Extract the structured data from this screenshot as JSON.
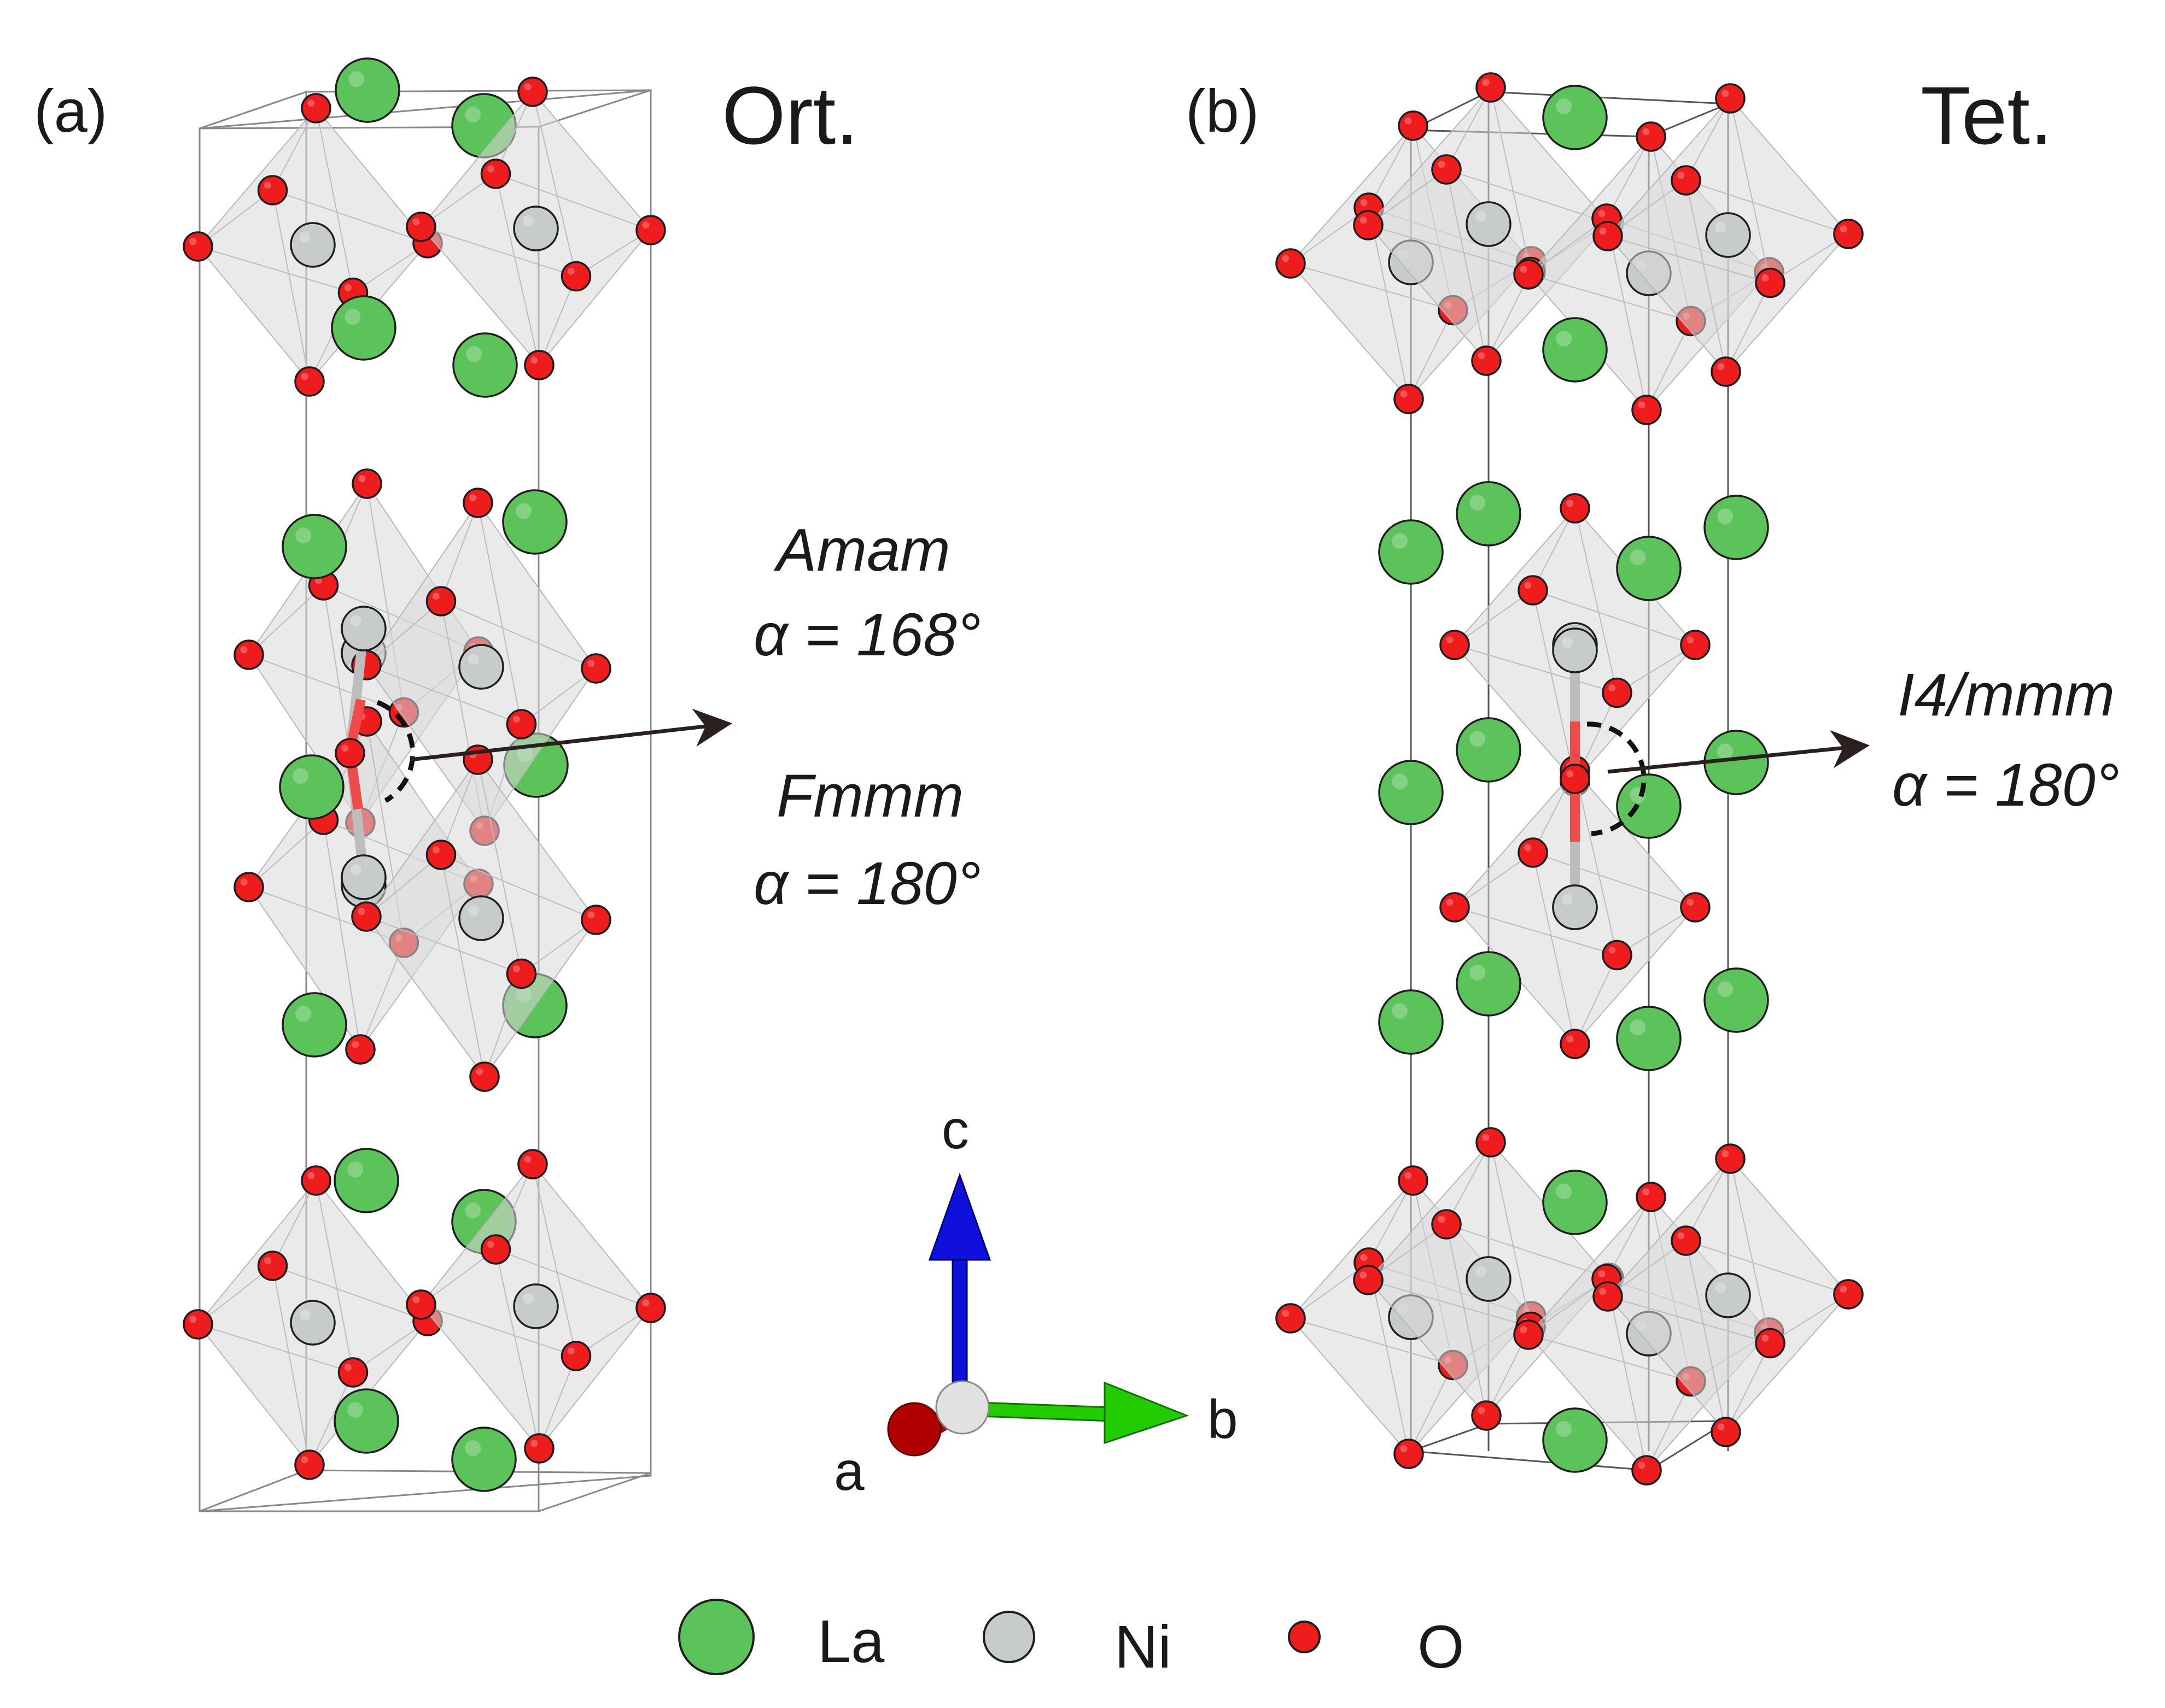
{
  "panels": {
    "a": {
      "label": "(a)",
      "phase": "Ort.",
      "sg1": "Amam",
      "ang1": "α = 168°",
      "sg2": "Fmmm",
      "ang2": "α = 180°"
    },
    "b": {
      "label": "(b)",
      "phase": "Tet.",
      "sg1": "I4/mmm",
      "ang1": "α = 180°"
    }
  },
  "axes": {
    "a": "a",
    "b": "b",
    "c": "c"
  },
  "legend": [
    {
      "label": "La",
      "color": "#5cc25a"
    },
    {
      "label": "Ni",
      "color": "#c8cbcc"
    },
    {
      "label": "O",
      "color": "#ee1c1c"
    }
  ],
  "colors": {
    "La": "#5cc25a",
    "Ni": "#c8cbcc",
    "O": "#ee1c1c",
    "octahedron": "#d9d9d9",
    "axis_a": "#b00000",
    "axis_b": "#22cc00",
    "axis_c": "#1010dd"
  }
}
